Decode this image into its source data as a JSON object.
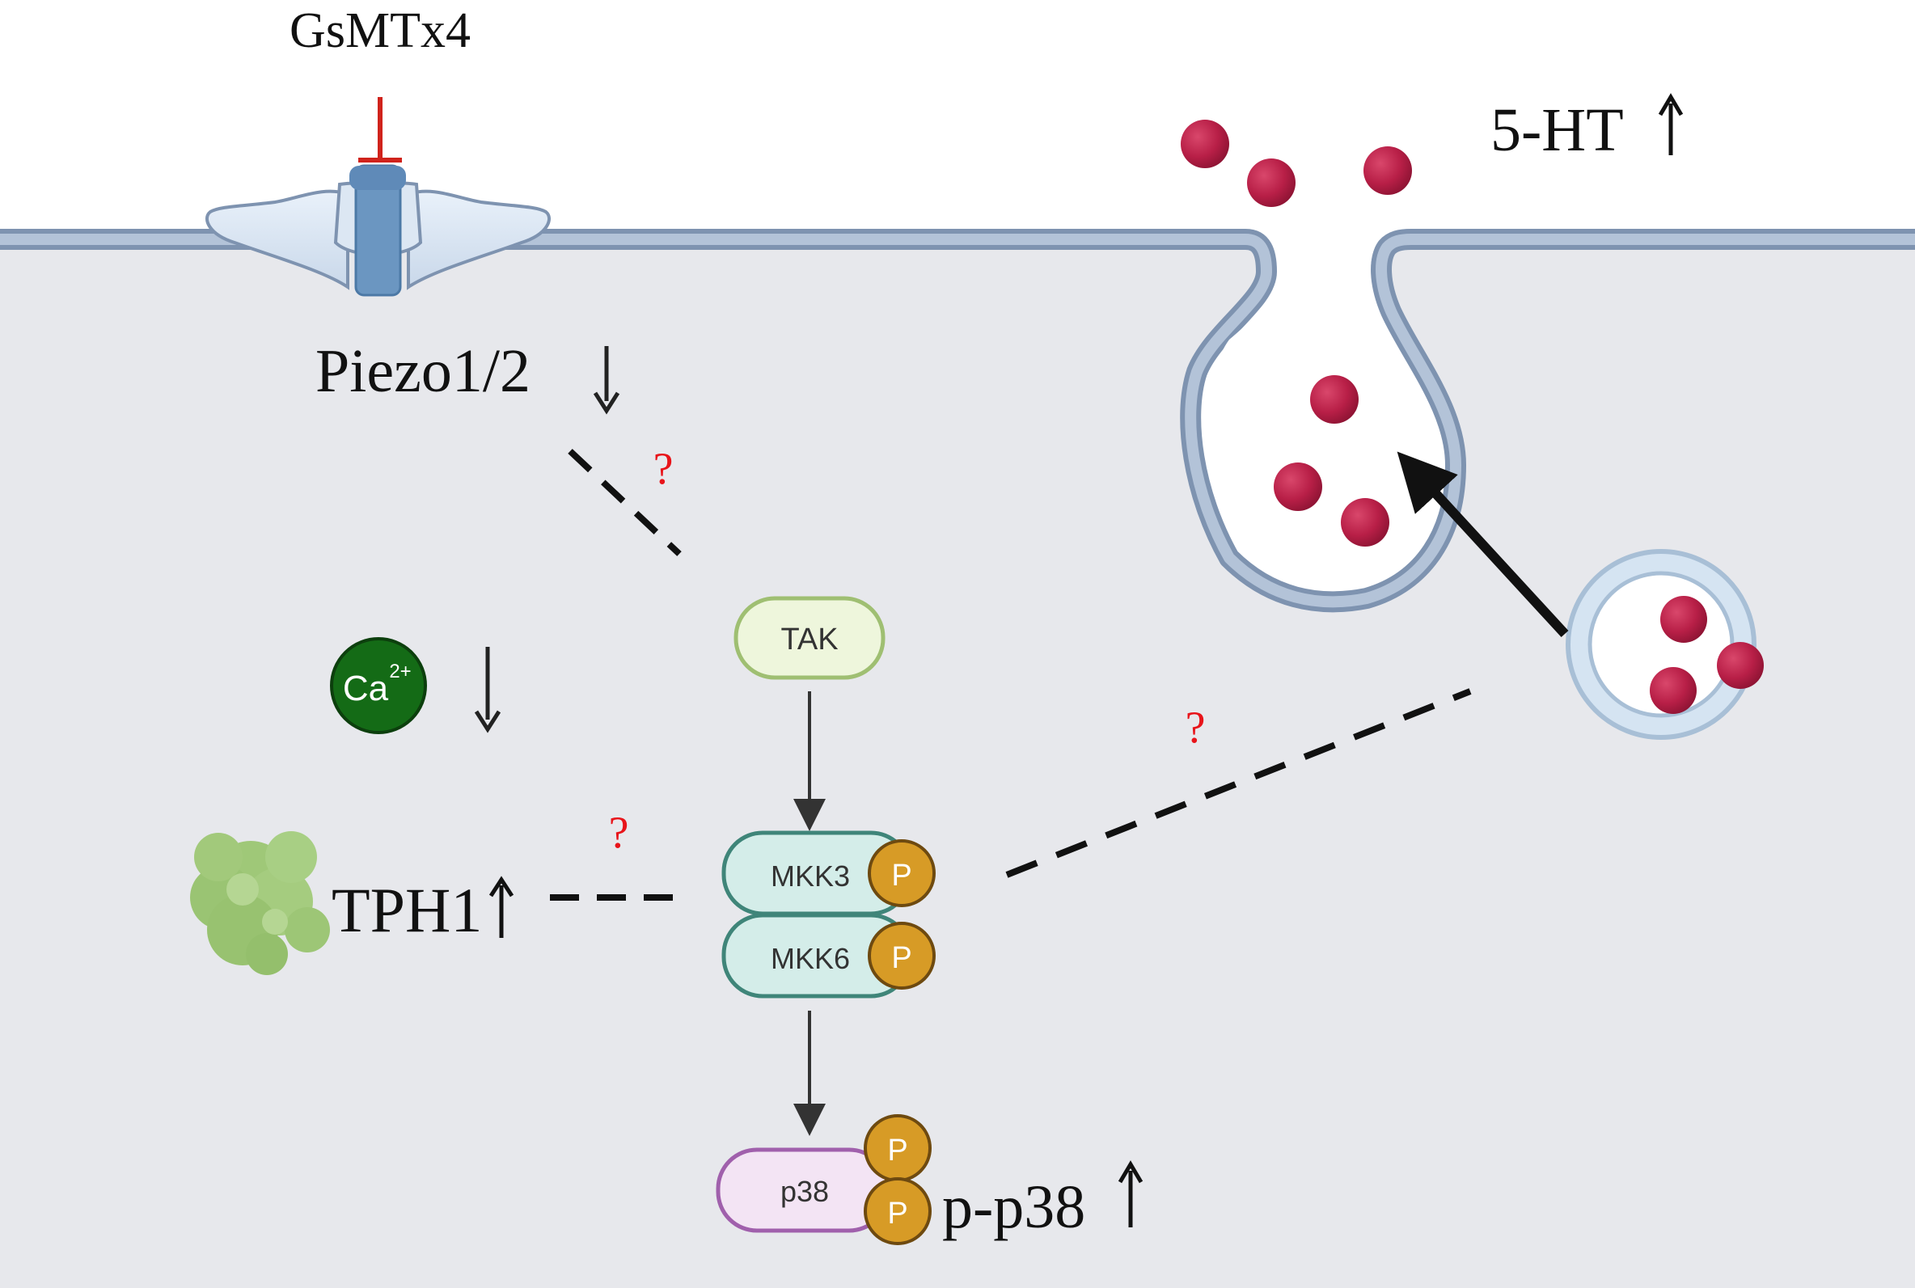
{
  "labels": {
    "inhibitor": "GsMTx4",
    "channel": "Piezo1/2",
    "serotonin": "5-HT",
    "calcium": "Ca",
    "calcium_charge": "2+",
    "tph1": "TPH1",
    "tak": "TAK",
    "mkk3": "MKK3",
    "mkk6": "MKK6",
    "p38": "p38",
    "pp38": "p-p38",
    "phospho": "P",
    "unknown": "?"
  },
  "colors": {
    "cytoplasm": "#e7e8ec",
    "membrane_fill": "#b3c3d8",
    "membrane_edge": "#7e93b0",
    "inhibition": "#d0231c",
    "question": "#e8141a",
    "serotonin_granule": "#b81f47",
    "calcium_fill": "#146b16",
    "tph1_fill": "#9fc878",
    "tak_fill": "#eef6dc",
    "tak_edge": "#9fbf72",
    "mkk_fill": "#d4ede9",
    "mkk_edge": "#3f8579",
    "p38_fill": "#f3e4f4",
    "p38_edge": "#a060ac",
    "phospho_fill": "#d79b26",
    "phospho_edge": "#6e4a10"
  },
  "regulation": {
    "piezo": "down",
    "calcium": "down",
    "tph1": "up",
    "serotonin": "up",
    "pp38": "up"
  },
  "icons": [
    "piezo-channel-icon",
    "calcium-ion-icon",
    "tph1-protein-icon",
    "serotonin-granule-icon",
    "vesicle-icon"
  ]
}
